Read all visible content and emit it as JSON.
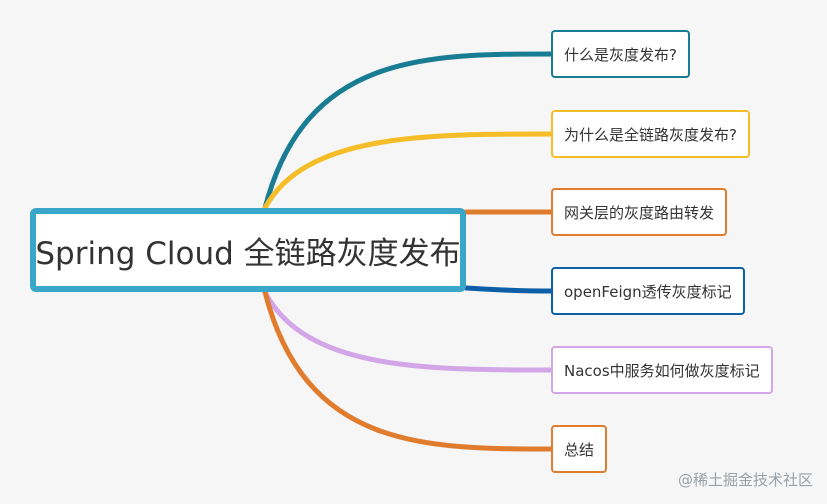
{
  "root": {
    "label": "Spring Cloud 全链路灰度发布",
    "border_color": "#3aa6c9"
  },
  "branches": [
    {
      "label": "什么是灰度发布?",
      "color": "#187d93"
    },
    {
      "label": "为什么是全链路灰度发布?",
      "color": "#f5bd27"
    },
    {
      "label": "网关层的灰度路由转发",
      "color": "#e07c2e"
    },
    {
      "label": "openFeign透传灰度标记",
      "color": "#0d5fa8"
    },
    {
      "label": "Nacos中服务如何做灰度标记",
      "color": "#d3a6e8"
    },
    {
      "label": "总结",
      "color": "#e07c2e"
    }
  ],
  "watermark": "@稀土掘金技术社区"
}
